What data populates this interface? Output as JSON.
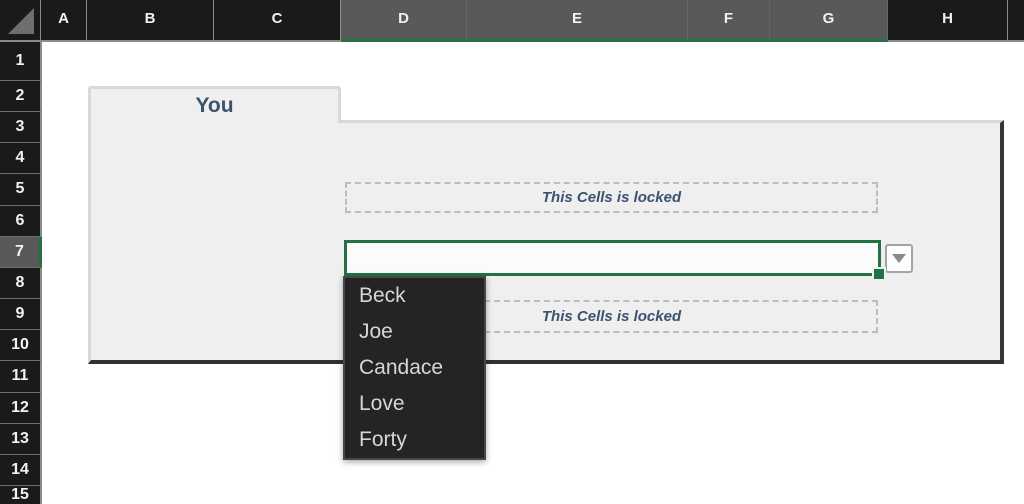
{
  "app": {
    "type": "spreadsheet-dark-mode"
  },
  "column_headers": [
    "A",
    "B",
    "C",
    "D",
    "E",
    "F",
    "G",
    "H"
  ],
  "row_headers": [
    "1",
    "2",
    "3",
    "4",
    "5",
    "6",
    "7",
    "8",
    "9",
    "10",
    "11",
    "12",
    "13",
    "14",
    "15"
  ],
  "selection": {
    "columns": "D:G",
    "row": "7"
  },
  "group_box": {
    "label": "You"
  },
  "locked_cell_top": {
    "text": "This Cells is locked"
  },
  "locked_cell_bottom": {
    "text": "This Cells is locked"
  },
  "active_cell": {
    "value": ""
  },
  "dropdown": {
    "options": [
      "Beck",
      "Joe",
      "Candace",
      "Love",
      "Forty"
    ]
  },
  "colors": {
    "accent_green": "#217346",
    "header_bg": "#1a1a1a",
    "selected_header_bg": "#595959",
    "panel_bg": "#f0efef",
    "locked_text": "#3b5270",
    "dropdown_bg": "#242424",
    "dropdown_text": "#d6d6d6"
  }
}
